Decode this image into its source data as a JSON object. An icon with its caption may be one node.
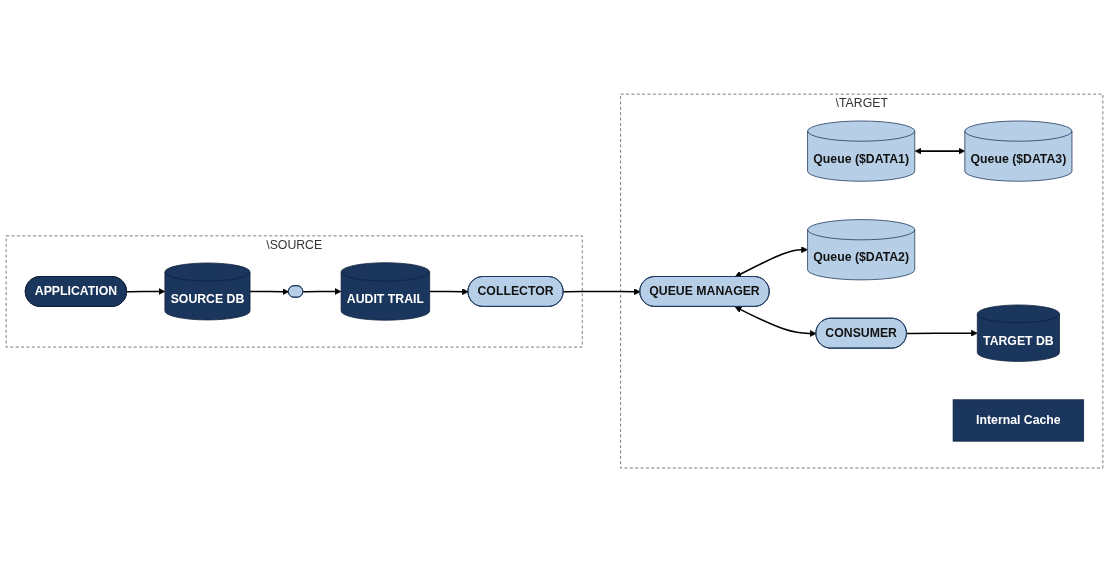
{
  "diagram": {
    "nodes": [
      {
        "text": [
          "\\SOURCE"
        ]
      },
      {
        "text": [],
        "shape": "ellipse",
        "in": 0
      },
      {
        "text": [
          "SOURCE DB"
        ],
        "in": 0
      },
      {
        "text": [
          "AUDIT TRAIL"
        ],
        "in": 0
      },
      {
        "text": [
          "APPLICATION"
        ],
        "in": 0
      },
      {
        "text": [
          "COLLECTOR"
        ],
        "in": 0
      },
      {
        "text": [
          "\\TARGET"
        ]
      },
      {
        "text": [
          "Queue ($DATA1)"
        ],
        "in": 6
      },
      {
        "text": [
          "Queue ($DATA3)"
        ],
        "in": 6
      },
      {
        "text": [
          "Queue ($DATA2)"
        ],
        "in": 6
      },
      {
        "text": [
          "TARGET DB"
        ],
        "in": 6
      },
      {
        "text": [
          "QUEUE MANAGER"
        ],
        "in": 6
      },
      {
        "text": [
          "Internal Cache"
        ],
        "in": 6
      },
      {
        "text": [
          "CONSUMER"
        ],
        "in": 6
      }
    ],
    "edges": [
      {
        "from": 4,
        "to": 2,
        "arrow": "to"
      },
      {
        "from": 2,
        "to": 1,
        "arrow": "to"
      },
      {
        "from": 1,
        "to": 3,
        "arrow": "to"
      },
      {
        "from": 3,
        "to": 5,
        "arrow": "to"
      },
      {
        "from": 5,
        "to": 11,
        "arrow": "to"
      },
      {
        "from": 7,
        "to": 8,
        "arrow": "both"
      },
      {
        "from": 11,
        "to": 9,
        "arrow": "both"
      },
      {
        "from": 11,
        "to": 13,
        "arrow": "both"
      },
      {
        "from": 13,
        "to": 10,
        "arrow": "to"
      }
    ]
  }
}
